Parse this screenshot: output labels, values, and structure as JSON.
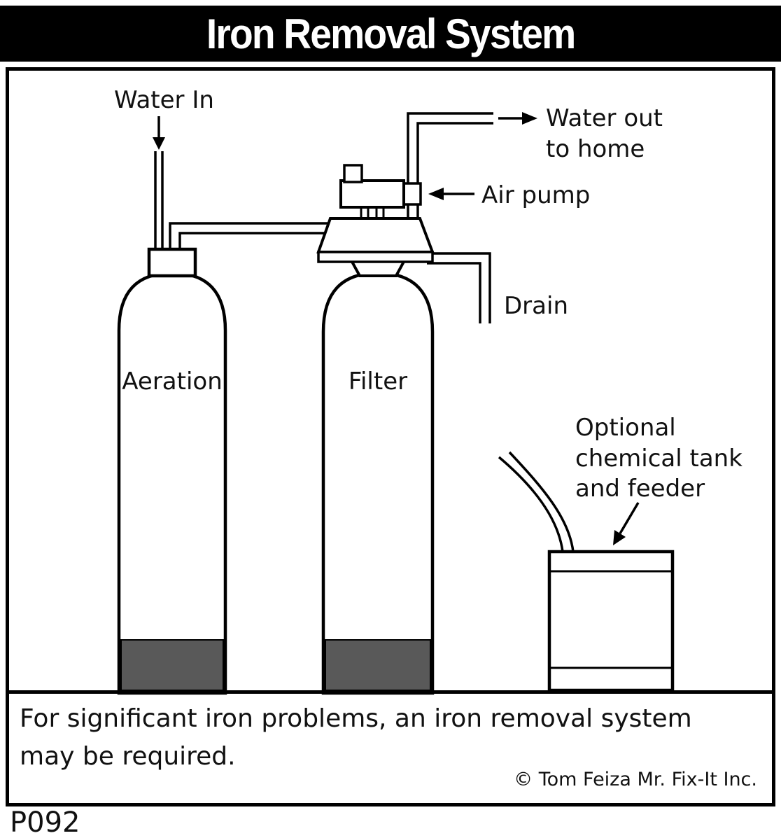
{
  "title": "Iron Removal System",
  "labels": {
    "water_in": "Water In",
    "water_out": "Water out\nto home",
    "air_pump": "Air pump",
    "drain": "Drain",
    "aeration": "Aeration",
    "filter": "Filter",
    "chemical": "Optional\nchemical tank\nand feeder"
  },
  "caption": "For significant iron problems, an iron removal system\nmay be required.",
  "copyright": "© Tom Feiza Mr. Fix-It Inc.",
  "code": "P092",
  "colors": {
    "line": "#000000",
    "tank_base": "#595959",
    "background": "#ffffff"
  }
}
